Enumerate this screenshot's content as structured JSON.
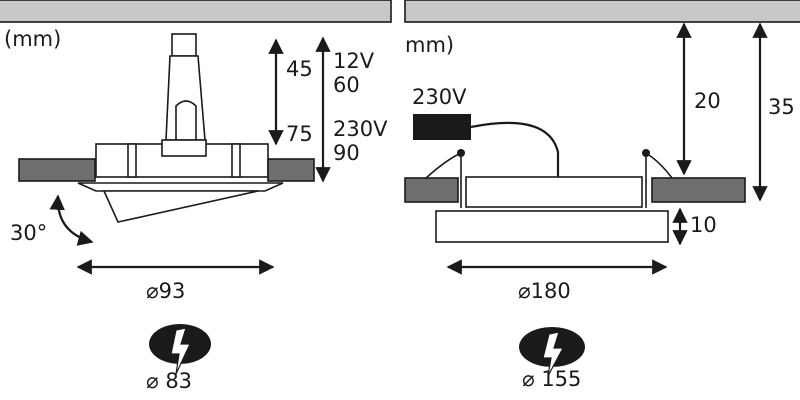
{
  "left_panel": {
    "unit_label": "(mm)",
    "dim_12v_height": "45",
    "dim_12v_label": "12V",
    "dim_12v_depth": "60",
    "dim_230v_height": "75",
    "dim_230v_label": "230V",
    "dim_230v_depth": "90",
    "tilt_angle": "30°",
    "diameter": "⌀93",
    "cutout_diameter": "⌀ 83"
  },
  "right_panel": {
    "unit_label": "mm)",
    "voltage_label": "230V",
    "dim_depth_inner": "20",
    "dim_depth_total": "35",
    "dim_thickness": "10",
    "diameter": "⌀180",
    "cutout_diameter": "⌀ 155"
  },
  "colors": {
    "ink": "#1a1a1a",
    "ceiling": "#c8c8c8",
    "slab": "#6e6e6e",
    "background": "#ffffff"
  }
}
